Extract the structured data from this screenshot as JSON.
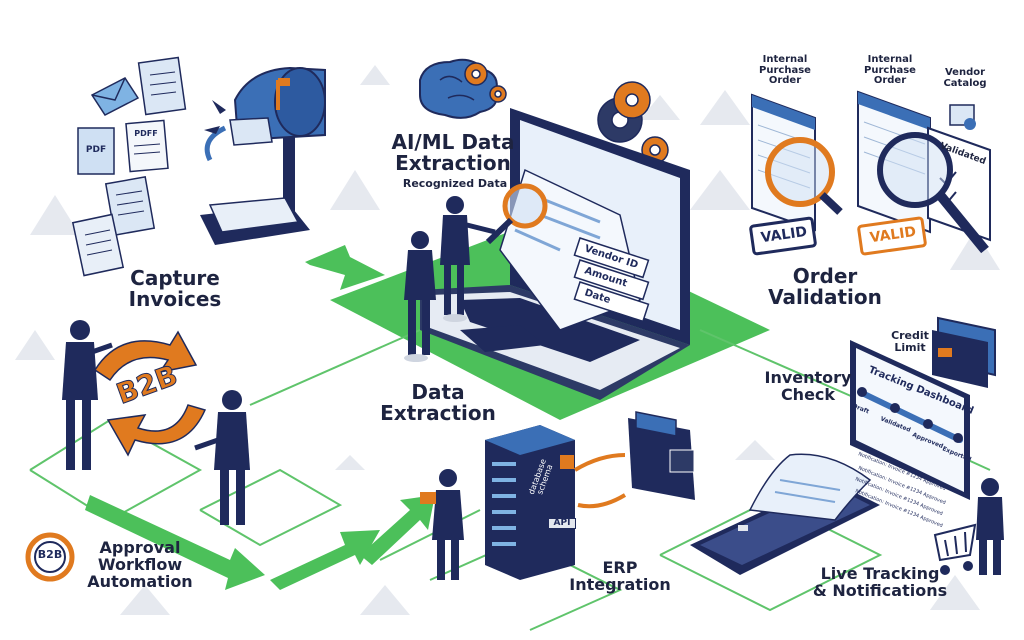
{
  "stages": {
    "capture": "Capture\nInvoices",
    "ai": "AI/ML Data\nExtraction",
    "ai_sub": "Recognized Data",
    "order": "Order\nValidation",
    "data_extraction": "Data\nExtraction",
    "inventory": "Inventory\nCheck",
    "credit": "Credit\nLimit",
    "approval": "Approval\nWorkflow\nAutomation",
    "erp": "ERP\nIntegration",
    "live": "Live Tracking\n& Notifications"
  },
  "docs": {
    "internal_po_1": "Internal\nPurchase\nOrder",
    "internal_po_2": "Internal\nPurchase\nOrder",
    "vendor_catalog": "Vendor\nCatalog",
    "valid_1": "VALID",
    "valid_2": "VALID",
    "validated": "Validated",
    "pdf_1": "PDF",
    "pdf_2": "PDFF"
  },
  "screen_fields": [
    "Vendor ID",
    "Amount",
    "Date"
  ],
  "b2b": "B2B",
  "server": {
    "db": "database\nschema",
    "api": "API"
  },
  "dashboard": {
    "title": "Tracking Dashboard",
    "steps": [
      "Draft",
      "Validated",
      "Approved",
      "Exported"
    ],
    "notifications": [
      "Notification: Invoice #1234 Approved",
      "Notification: Invoice #1234 Approved"
    ],
    "phone_notes": [
      "Notification: Invoice #1234 Approved",
      "Notification: Invoice #1234 Approved"
    ]
  },
  "colors": {
    "navy": "#1f2a5c",
    "blue": "#3b6fb6",
    "orange": "#e07a1f",
    "green": "#4cc05a",
    "gray": "#e3e7ee"
  }
}
